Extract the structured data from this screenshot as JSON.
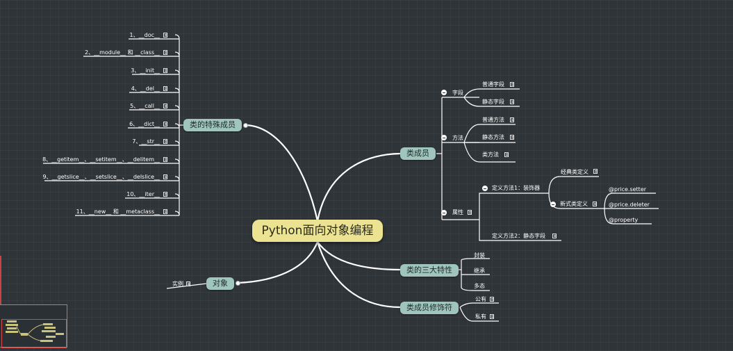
{
  "root": "Python面向对象编程",
  "left": {
    "special": {
      "label": "类的特殊成员",
      "items": [
        "1、__doc__",
        "2、__module__ 和 __class__",
        "3、__init__",
        "4、__del__",
        "5、__call__",
        "6、__dict__",
        "7、__str__",
        "8、__getitem__、__setitem__、__delitem__",
        "9、__getslice__、__setslice__、__delslice__",
        "10、__iter__",
        "11、__new__ 和 __metaclass__"
      ]
    },
    "object": {
      "label": "对象",
      "items": [
        "实例"
      ]
    }
  },
  "right": {
    "members": {
      "label": "类成员",
      "field": {
        "label": "字段",
        "items": [
          "普通字段",
          "静态字段"
        ]
      },
      "method": {
        "label": "方法",
        "items": [
          "普通方法",
          "静态方法",
          "类方法"
        ]
      },
      "property": {
        "label": "属性",
        "def1": "定义方法1：装饰器",
        "classic": "经典类定义",
        "newstyle": "新式类定义",
        "decorators": [
          "@price.setter",
          "@price.deleter",
          "@property"
        ],
        "def2": "定义方法2：静态字段"
      }
    },
    "traits": {
      "label": "类的三大特性",
      "items": [
        "封装",
        "继承",
        "多态"
      ]
    },
    "modifiers": {
      "label": "类成员修饰符",
      "items": [
        "公有",
        "私有"
      ]
    }
  },
  "colors": {
    "background": "#2f3438",
    "root": "#ece392",
    "topic": "#9fc5bc",
    "line": "#ffffff"
  }
}
